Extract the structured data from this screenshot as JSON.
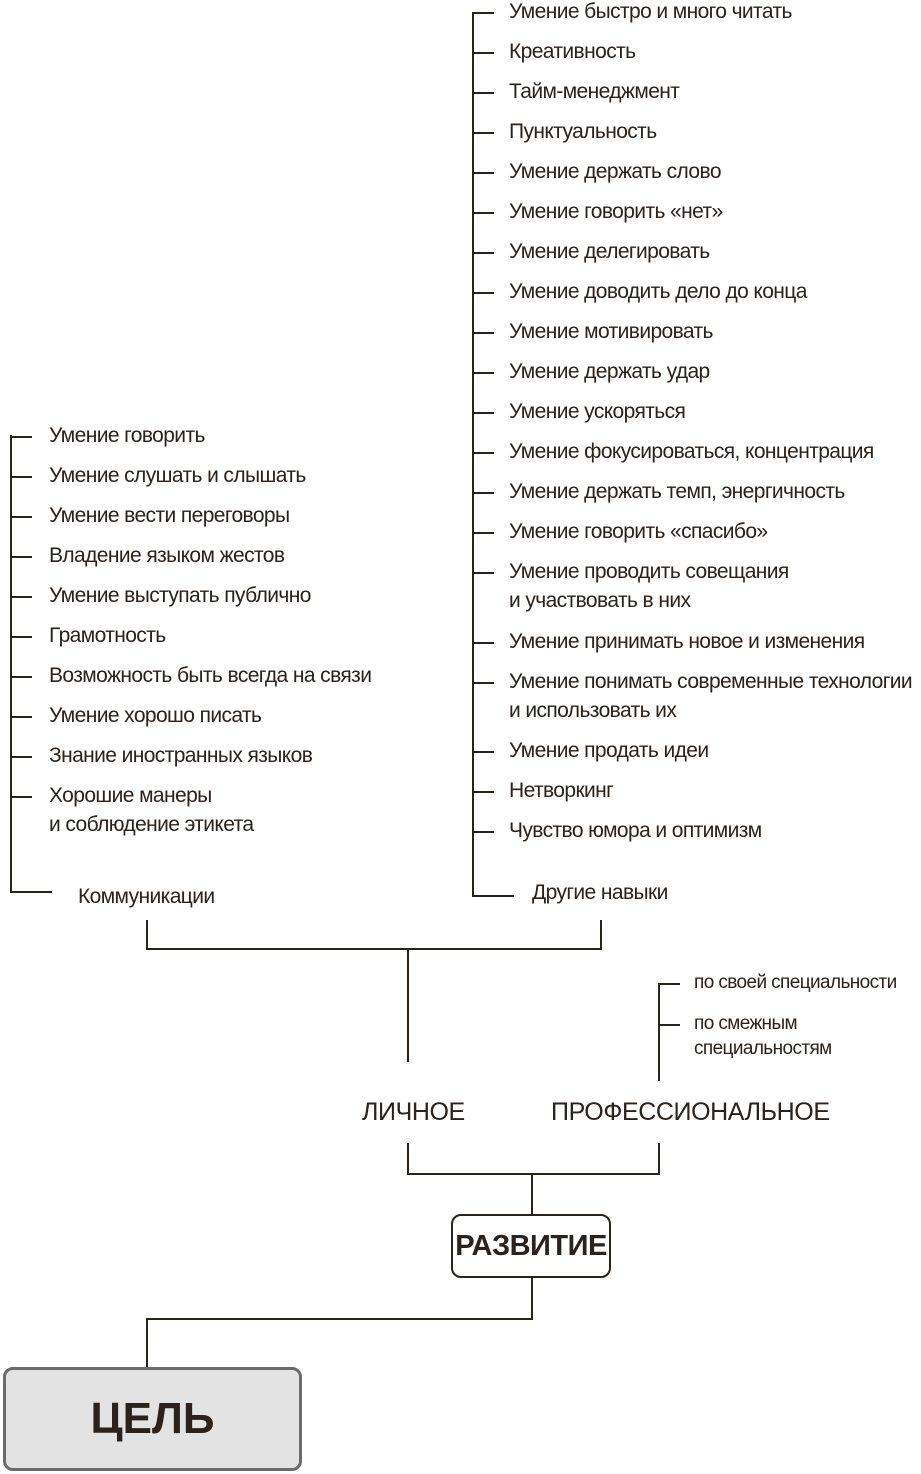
{
  "other_skills": {
    "title": "Другие навыки",
    "items": [
      [
        "Умение быстро и много читать"
      ],
      [
        "Креативность"
      ],
      [
        "Тайм-менеджмент"
      ],
      [
        "Пунктуальность"
      ],
      [
        "Умение держать слово"
      ],
      [
        "Умение говорить «нет»"
      ],
      [
        "Умение делегировать"
      ],
      [
        "Умение доводить дело до конца"
      ],
      [
        "Умение мотивировать"
      ],
      [
        "Умение держать удар"
      ],
      [
        "Умение ускоряться"
      ],
      [
        "Умение фокусироваться, концентрация"
      ],
      [
        "Умение держать темп, энергичность"
      ],
      [
        "Умение говорить «спасибо»"
      ],
      [
        "Умение проводить совещания",
        "и участвовать в них"
      ],
      [
        "Умение принимать новое и изменения"
      ],
      [
        "Умение понимать современные технологии",
        "и использовать их"
      ],
      [
        "Умение продать идеи"
      ],
      [
        "Нетворкинг"
      ],
      [
        "Чувство юмора и оптимизм"
      ]
    ]
  },
  "communication": {
    "title": "Коммуникации",
    "items": [
      [
        "Умение говорить"
      ],
      [
        "Умение слушать и слышать"
      ],
      [
        "Умение вести переговоры"
      ],
      [
        "Владение языком жестов"
      ],
      [
        "Умение выступать публично"
      ],
      [
        "Грамотность"
      ],
      [
        "Возможность быть всегда на связи"
      ],
      [
        "Умение хорошо писать"
      ],
      [
        "Знание иностранных языков"
      ],
      [
        "Хорошие манеры",
        "и соблюдение этикета"
      ]
    ]
  },
  "professional_branches": [
    [
      "по своей специальности"
    ],
    [
      "по смежным",
      "специальностям"
    ]
  ],
  "personal_label": "ЛИЧНОЕ",
  "professional_label": "ПРОФЕССИОНАЛЬНОЕ",
  "development_label": "РАЗВИТИЕ",
  "goal_label": "ЦЕЛЬ",
  "colors": {
    "ink": "#2a221d",
    "goal_fill": "#e3e3e3",
    "goal_border": "#6b6b6b"
  }
}
